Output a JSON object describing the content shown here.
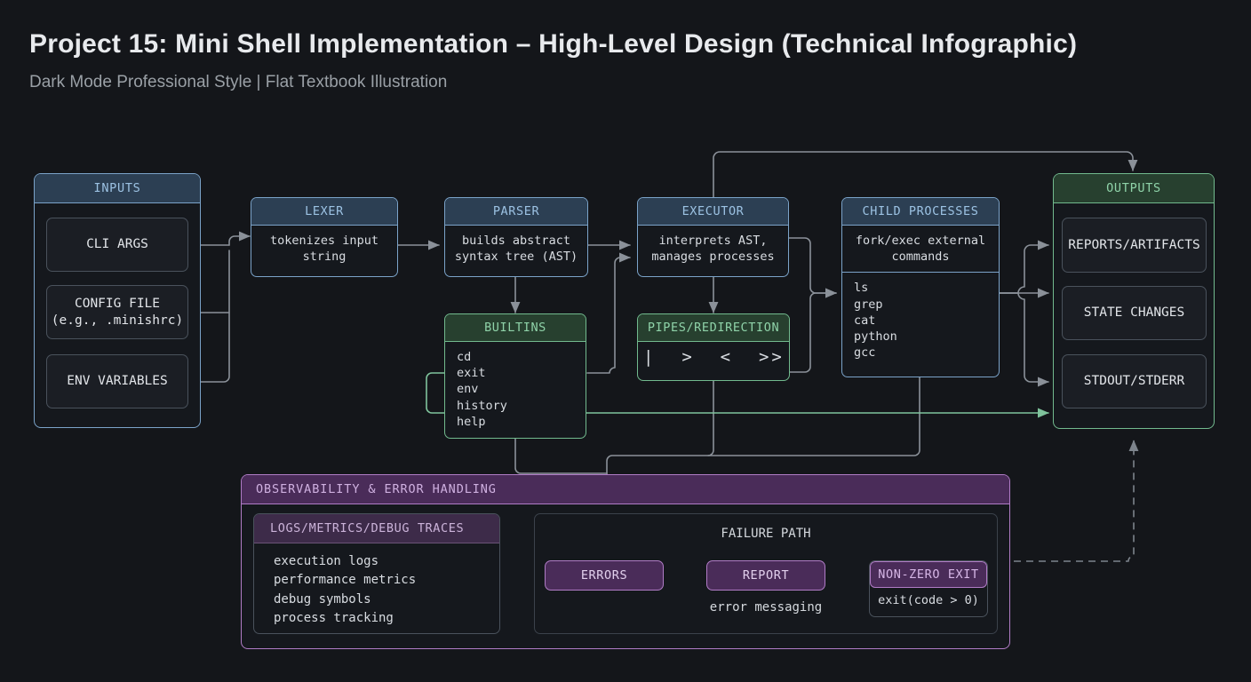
{
  "header": {
    "title": "Project 15: Mini Shell Implementation – High-Level Design (Technical Infographic)",
    "subtitle": "Dark Mode Professional Style | Flat Textbook Illustration"
  },
  "colors": {
    "background": "#14161a",
    "blue_accent": "#7ba3c9",
    "green_accent": "#72ba8e",
    "purple_accent": "#b07cc6",
    "wire": "#8b9199",
    "wire_green": "#7fc39c",
    "text": "#e2e5e9"
  },
  "inputs_panel": {
    "title": "INPUTS",
    "items": [
      {
        "label": "CLI ARGS"
      },
      {
        "label": "CONFIG FILE\n(e.g., .minishrc)"
      },
      {
        "label": "ENV VARIABLES"
      }
    ]
  },
  "stages": {
    "lexer": {
      "title": "LEXER",
      "body": "tokenizes input\nstring"
    },
    "parser": {
      "title": "PARSER",
      "body": "builds abstract\nsyntax tree (AST)"
    },
    "executor": {
      "title": "EXECUTOR",
      "body": "interprets AST,\nmanages processes"
    },
    "child_processes": {
      "title": "CHILD PROCESSES",
      "body": "fork/exec external\ncommands",
      "list": "ls\ngrep\ncat\npython\ngcc"
    },
    "builtins": {
      "title": "BUILTINS",
      "list": "cd\nexit\nenv\nhistory\nhelp"
    },
    "pipes": {
      "title": "PIPES/REDIRECTION",
      "body": "|  >  <  >>"
    }
  },
  "outputs_panel": {
    "title": "OUTPUTS",
    "items": [
      {
        "label": "REPORTS/ARTIFACTS"
      },
      {
        "label": "STATE CHANGES"
      },
      {
        "label": "STDOUT/STDERR"
      }
    ]
  },
  "observability": {
    "title": "OBSERVABILITY & ERROR HANDLING",
    "logs": {
      "title": "LOGS/METRICS/DEBUG TRACES",
      "items": "execution logs\nperformance metrics\ndebug symbols\nprocess tracking"
    },
    "failure_path": {
      "title": "FAILURE PATH",
      "errors": "ERRORS",
      "report": "REPORT",
      "report_caption": "error messaging",
      "non_zero_exit": "NON-ZERO EXIT",
      "exit_code": "exit(code > 0)"
    }
  }
}
